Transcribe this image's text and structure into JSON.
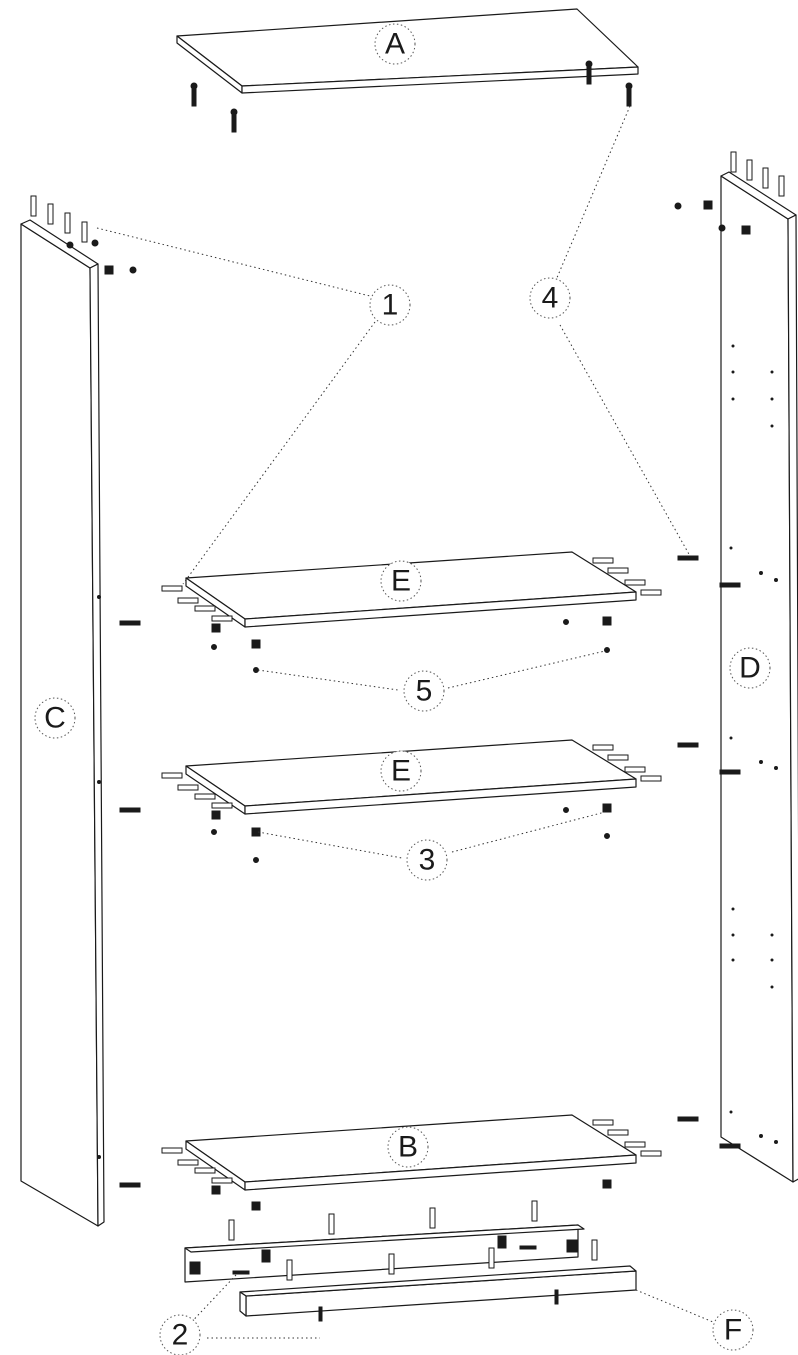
{
  "parts": {
    "top_panel": "A",
    "bottom_shelf": "B",
    "left_side": "C",
    "right_side": "D",
    "shelf": "E",
    "plinth": "F"
  },
  "callouts": {
    "dowel": "1",
    "screw": "2",
    "cam_lock": "3",
    "cam_bolt": "4",
    "shelf_pin": "5"
  },
  "colors": {
    "line": "#1a1a1a",
    "leader": "#333333",
    "background": "#ffffff"
  }
}
